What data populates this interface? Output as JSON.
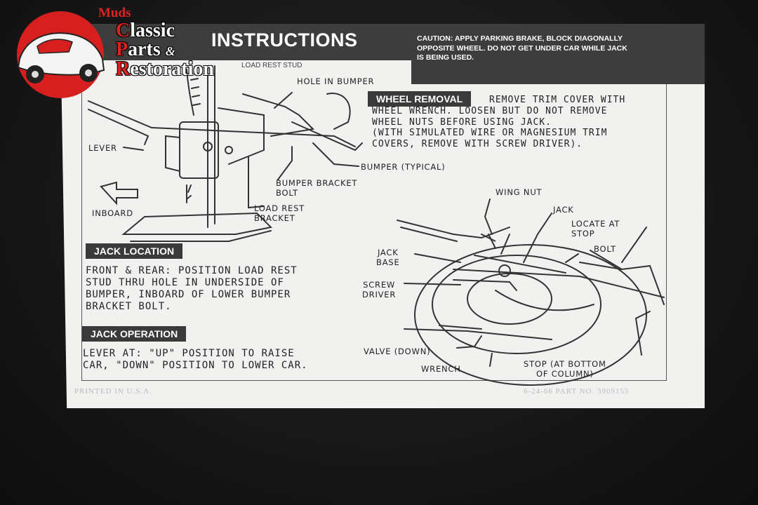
{
  "logo": {
    "top": "Muds",
    "line1_cap": "C",
    "line1_rest": "lassic",
    "line2_cap": "P",
    "line2_rest": "arts",
    "line2_amp": "&",
    "line3_cap": "R",
    "line3_rest": "estoration"
  },
  "card": {
    "title": "INSTRUCTIONS",
    "caution": "CAUTION: APPLY PARKING BRAKE, BLOCK DIAGONALLY OPPOSITE WHEEL. DO NOT GET UNDER CAR WHILE JACK IS BEING USED.",
    "tab_label": "LOAD REST STUD",
    "wheel_removal": {
      "heading": "WHEEL REMOVAL",
      "line1": "REMOVE TRIM COVER WITH",
      "body": "WHEEL WRENCH. LOOSEN BUT DO NOT REMOVE\nWHEEL NUTS BEFORE USING JACK.\n(WITH SIMULATED WIRE OR MAGNESIUM TRIM\nCOVERS, REMOVE WITH SCREW DRIVER)."
    },
    "jack_location": {
      "heading": "JACK LOCATION",
      "body": "FRONT & REAR: POSITION LOAD REST\nSTUD THRU HOLE IN UNDERSIDE OF\nBUMPER, INBOARD OF LOWER BUMPER\nBRACKET BOLT."
    },
    "jack_operation": {
      "heading": "JACK OPERATION",
      "body": "LEVER AT: \"UP\" POSITION TO RAISE\nCAR, \"DOWN\" POSITION TO LOWER CAR."
    },
    "labels": {
      "hole_in_bumper": "HOLE IN BUMPER",
      "lever": "LEVER",
      "inboard": "INBOARD",
      "bumper_typical": "BUMPER (TYPICAL)",
      "bumper_bracket_bolt": "BUMPER BRACKET\nBOLT",
      "load_rest_bracket": "LOAD REST\nBRACKET",
      "wing_nut": "WING NUT",
      "jack": "JACK",
      "locate_at_stop": "LOCATE AT\nSTOP",
      "bolt": "BOLT",
      "jack_base": "JACK\nBASE",
      "screw_driver": "SCREW\nDRIVER",
      "valve_down": "VALVE (DOWN)",
      "wrench": "WRENCH",
      "stop_bottom": "STOP (AT BOTTOM\nOF COLUMN)"
    },
    "footer_left": "PRINTED IN U.S.A.",
    "footer_right": "6-24-66 PART NO. 3909155"
  },
  "colors": {
    "background": "#151515",
    "card": "#f1f1ef",
    "header": "#3d3d3d",
    "logo_red": "#dd2222"
  }
}
